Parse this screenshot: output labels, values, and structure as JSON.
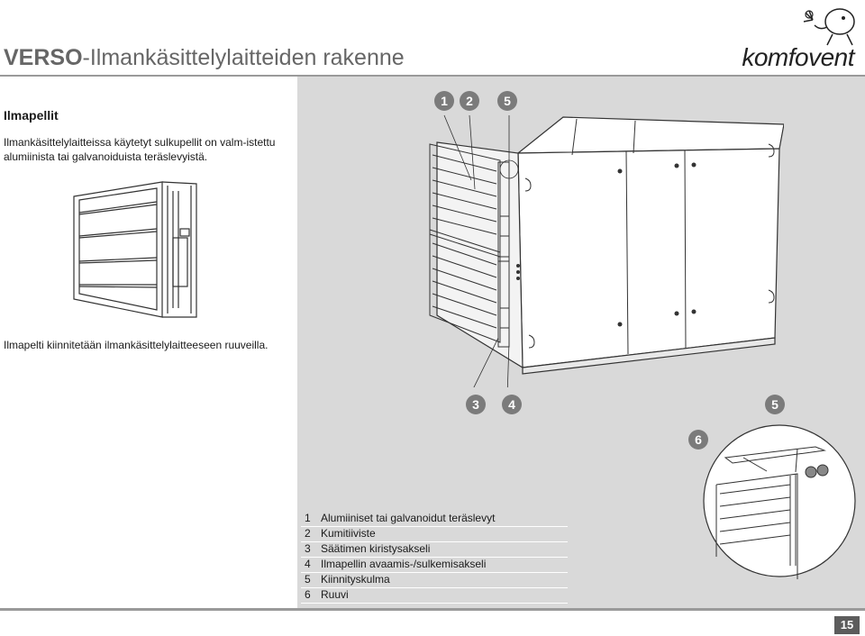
{
  "header": {
    "title_bold": "VERSO",
    "title_rest": "-Ilmankäsittelylaitteiden rakenne",
    "logo": "komfovent"
  },
  "section": {
    "title": "Ilmapellit",
    "para1": "Ilmankäsittelylaitteissa käytetyt sulkupellit on valm-istettu alumiinista tai galvanoiduista teräslevyistä.",
    "para2": "Ilmapelti kiinnitetään ilmankäsittelylaitteeseen ruuveilla."
  },
  "callouts": [
    "1",
    "2",
    "5",
    "3",
    "4",
    "5",
    "6"
  ],
  "legend": [
    {
      "num": "1",
      "text": "Alumiiniset tai galvanoidut teräslevyt"
    },
    {
      "num": "2",
      "text": "Kumitiiviste"
    },
    {
      "num": "3",
      "text": "Säätimen kiristysakseli"
    },
    {
      "num": "4",
      "text": "Ilmapellin avaamis-/sulkemisakseli"
    },
    {
      "num": "5",
      "text": "Kiinnityskulma"
    },
    {
      "num": "6",
      "text": "Ruuvi"
    }
  ],
  "page_number": "15",
  "colors": {
    "panel": "#d9d9d9",
    "badge": "#7b7b7b",
    "rule": "#9a9a9a"
  }
}
